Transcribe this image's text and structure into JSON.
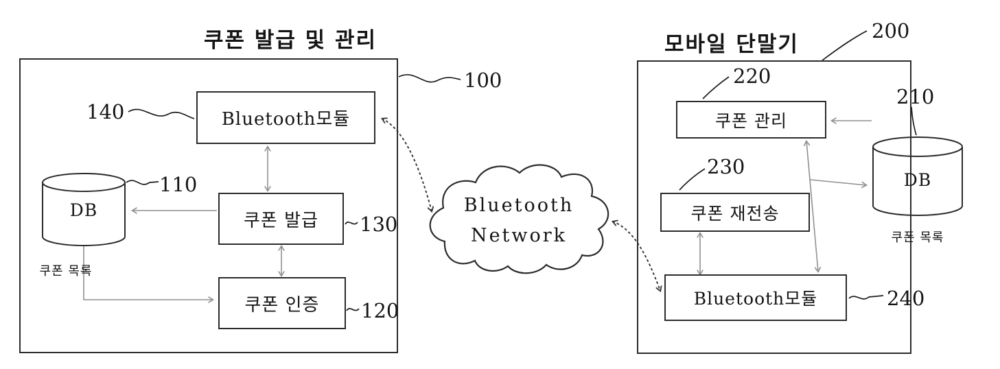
{
  "figure": {
    "left_system": {
      "title": "쿠폰 발급 및 관리",
      "ref": "100",
      "bluetooth_module": {
        "label": "Bluetooth모듈",
        "ref": "140"
      },
      "coupon_issue": {
        "label": "쿠폰 발급",
        "ref": "130"
      },
      "coupon_auth": {
        "label": "쿠폰 인증",
        "ref": "120"
      },
      "db": {
        "label": "DB",
        "caption": "쿠폰 목록",
        "ref": "110"
      }
    },
    "network": {
      "line1": "Bluetooth",
      "line2": "Network"
    },
    "right_system": {
      "title": "모바일 단말기",
      "ref": "200",
      "coupon_manage": {
        "label": "쿠폰 관리",
        "ref": "220"
      },
      "coupon_resend": {
        "label": "쿠폰 재전송",
        "ref": "230"
      },
      "bluetooth_module": {
        "label": "Bluetooth모듈",
        "ref": "240"
      },
      "db": {
        "label": "DB",
        "caption": "쿠폰 목록",
        "ref": "210"
      }
    },
    "colors": {
      "ink": "#1c1c1c",
      "arrow": "#8f8f8f",
      "background": "#ffffff"
    }
  }
}
